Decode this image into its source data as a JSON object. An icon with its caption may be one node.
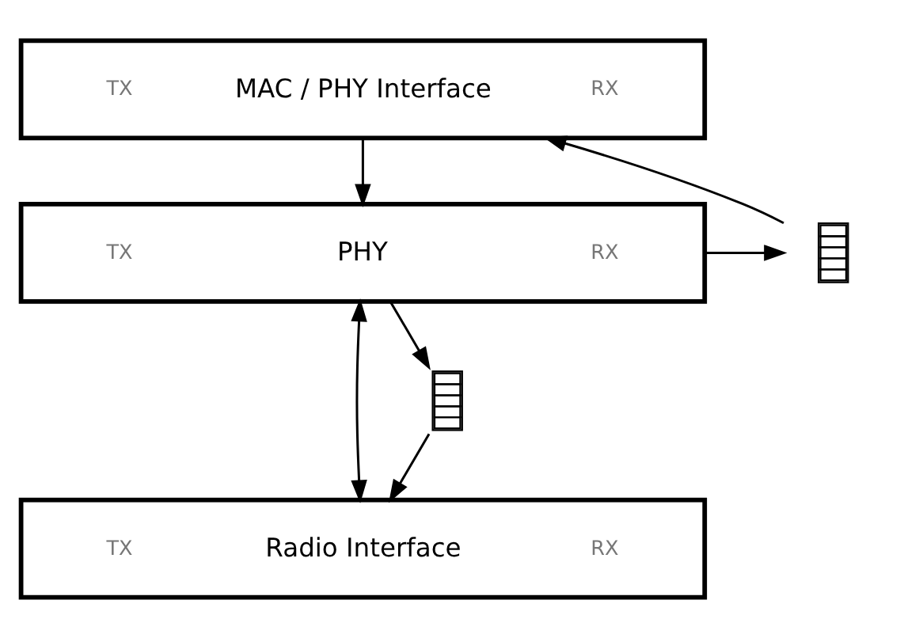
{
  "diagram": {
    "nodes": [
      {
        "text": [
          "TX",
          "MAC / PHY Interface",
          "RX"
        ]
      },
      {
        "text": [
          "TX",
          "PHY",
          "RX"
        ]
      },
      {
        "text": [
          "TX",
          "Radio Interface",
          "RX"
        ]
      },
      {
        "text": [],
        "shape": "queue"
      },
      {
        "text": [],
        "shape": "queue"
      }
    ],
    "edges": [
      {
        "from": 0,
        "to": 1,
        "arrow": "to"
      },
      {
        "from": 1,
        "to": 3,
        "arrow": "to"
      },
      {
        "from": 3,
        "to": 2,
        "arrow": "to"
      },
      {
        "from": 1,
        "to": 4,
        "arrow": "to"
      },
      {
        "from": 4,
        "to": 0,
        "arrow": "to"
      },
      {
        "from": 1,
        "to": 2,
        "arrow": "both"
      }
    ]
  }
}
